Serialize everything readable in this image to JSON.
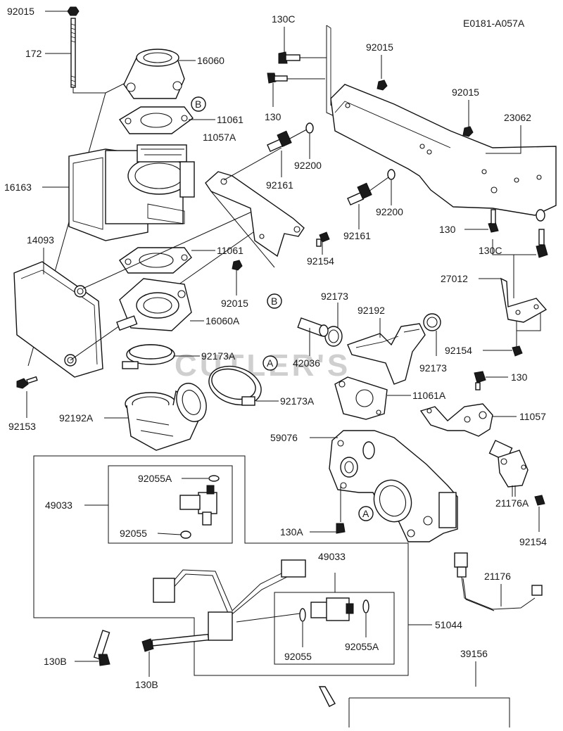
{
  "diagram": {
    "ref_code": "E0181-A057A",
    "watermark": "CUTLER'S",
    "callouts": [
      {
        "id": "92015-a",
        "text": "92015"
      },
      {
        "id": "172",
        "text": "172"
      },
      {
        "id": "16060",
        "text": "16060"
      },
      {
        "id": "11061-a",
        "text": "11061"
      },
      {
        "id": "11057A",
        "text": "11057A"
      },
      {
        "id": "16163",
        "text": "16163"
      },
      {
        "id": "14093",
        "text": "14093"
      },
      {
        "id": "11061-b",
        "text": "11061"
      },
      {
        "id": "16060A",
        "text": "16060A"
      },
      {
        "id": "92173A-a",
        "text": "92173A"
      },
      {
        "id": "92153",
        "text": "92153"
      },
      {
        "id": "92192A",
        "text": "92192A"
      },
      {
        "id": "92173A-b",
        "text": "92173A"
      },
      {
        "id": "130C-a",
        "text": "130C"
      },
      {
        "id": "130-a",
        "text": "130"
      },
      {
        "id": "92015-b",
        "text": "92015"
      },
      {
        "id": "92015-c",
        "text": "92015"
      },
      {
        "id": "23062",
        "text": "23062"
      },
      {
        "id": "92200-a",
        "text": "92200"
      },
      {
        "id": "92161-a",
        "text": "92161"
      },
      {
        "id": "92200-b",
        "text": "92200"
      },
      {
        "id": "92161-b",
        "text": "92161"
      },
      {
        "id": "130-b",
        "text": "130"
      },
      {
        "id": "130C-b",
        "text": "130C"
      },
      {
        "id": "92154-a",
        "text": "92154"
      },
      {
        "id": "92015-d",
        "text": "92015"
      },
      {
        "id": "92173",
        "text": "92173"
      },
      {
        "id": "92192",
        "text": "92192"
      },
      {
        "id": "27012",
        "text": "27012"
      },
      {
        "id": "42036",
        "text": "42036"
      },
      {
        "id": "92173-b",
        "text": "92173"
      },
      {
        "id": "92154-b",
        "text": "92154"
      },
      {
        "id": "130-c",
        "text": "130"
      },
      {
        "id": "11061A",
        "text": "11061A"
      },
      {
        "id": "11057",
        "text": "11057"
      },
      {
        "id": "59076",
        "text": "59076"
      },
      {
        "id": "49033-a",
        "text": "49033"
      },
      {
        "id": "92055A-a",
        "text": "92055A"
      },
      {
        "id": "92055-a",
        "text": "92055"
      },
      {
        "id": "130A",
        "text": "130A"
      },
      {
        "id": "21176A",
        "text": "21176A"
      },
      {
        "id": "92154-c",
        "text": "92154"
      },
      {
        "id": "49033-b",
        "text": "49033"
      },
      {
        "id": "21176",
        "text": "21176"
      },
      {
        "id": "51044",
        "text": "51044"
      },
      {
        "id": "92055-b",
        "text": "92055"
      },
      {
        "id": "92055A-b",
        "text": "92055A"
      },
      {
        "id": "130B-a",
        "text": "130B"
      },
      {
        "id": "130B-b",
        "text": "130B"
      },
      {
        "id": "39156",
        "text": "39156"
      }
    ],
    "ref_markers": [
      {
        "id": "B-1",
        "text": "B"
      },
      {
        "id": "B-2",
        "text": "B"
      },
      {
        "id": "A-1",
        "text": "A"
      },
      {
        "id": "A-2",
        "text": "A"
      }
    ]
  }
}
